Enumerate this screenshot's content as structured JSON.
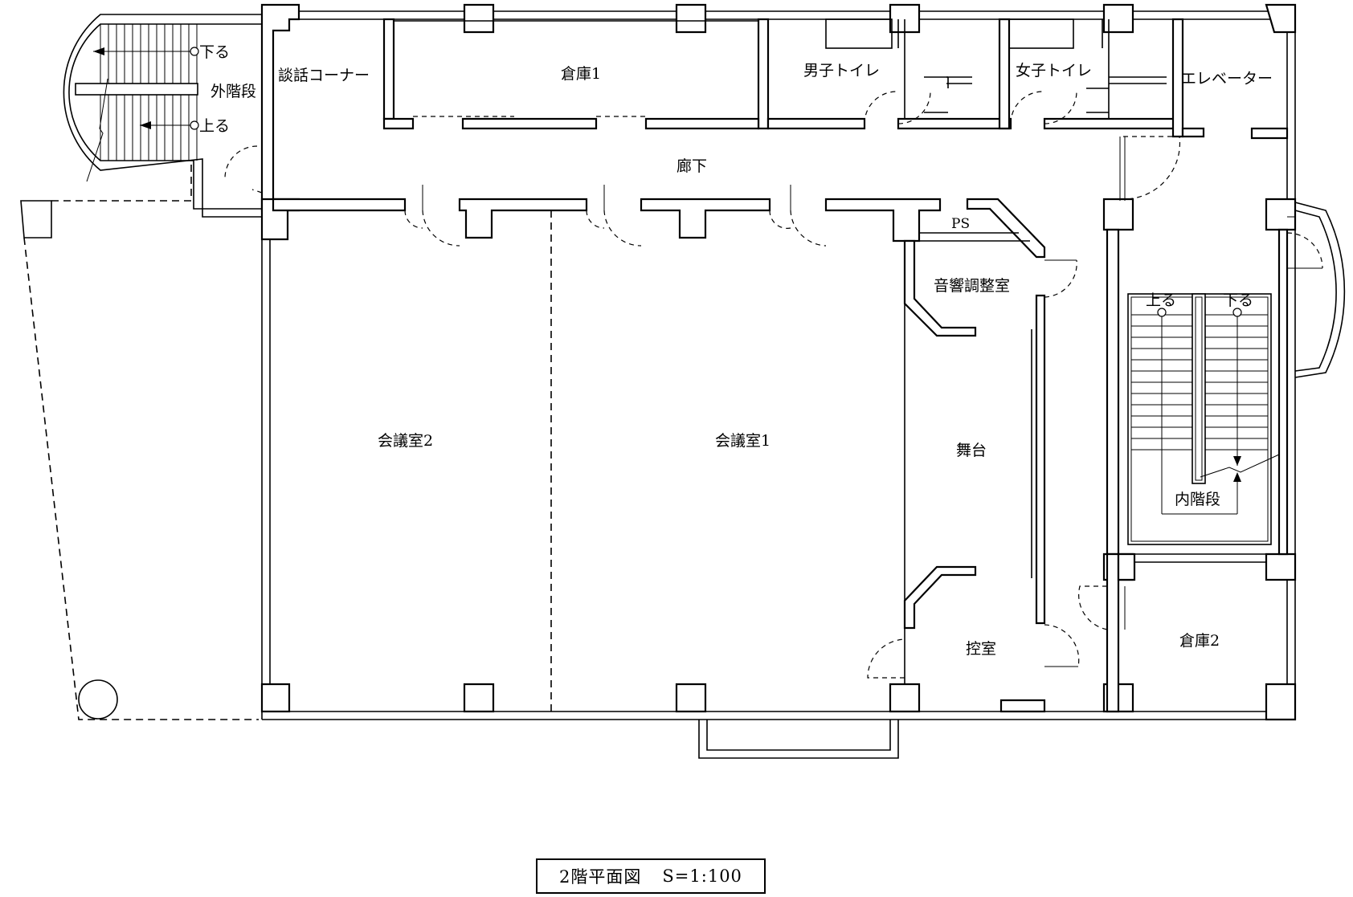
{
  "title": "2階平面図",
  "scale": "S=1:100",
  "rooms": {
    "talk_corner": "談話コーナー",
    "storage1": "倉庫1",
    "mens_toilet": "男子トイレ",
    "womens_toilet": "女子トイレ",
    "elevator": "エレベーター",
    "corridor": "廊下",
    "ps": "PS",
    "sound_room": "音響調整室",
    "meeting2": "会議室2",
    "meeting1": "会議室1",
    "stage": "舞台",
    "waiting_room": "控室",
    "storage2": "倉庫2",
    "outer_stairs": "外階段",
    "inner_stairs": "内階段"
  },
  "stairs": {
    "outer_down": "下る",
    "outer_up": "上る",
    "inner_up": "上る",
    "inner_down": "下る"
  }
}
